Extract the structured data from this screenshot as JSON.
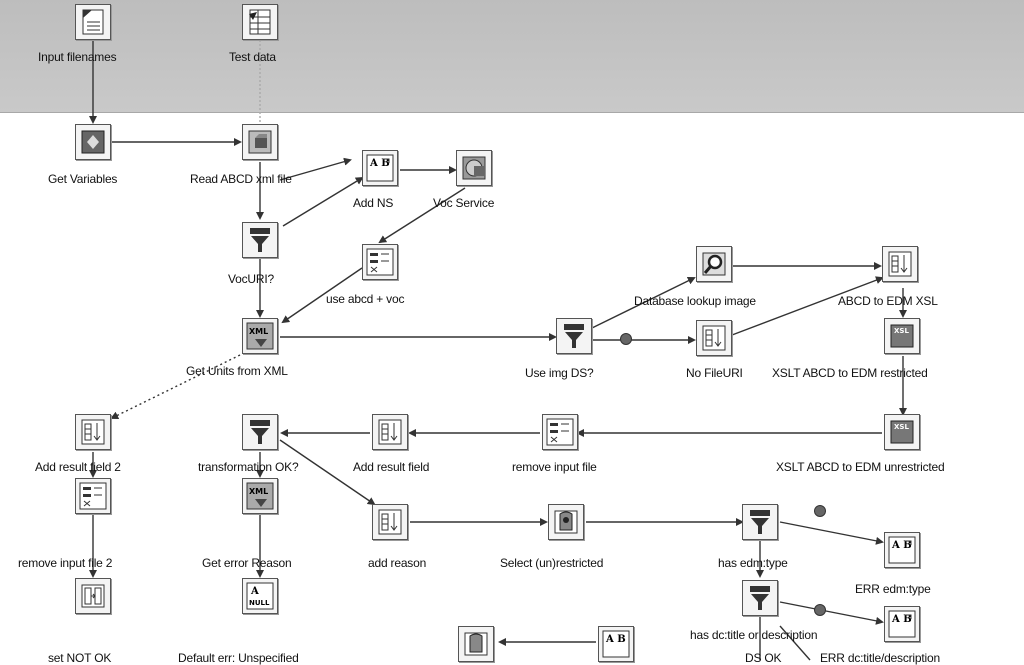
{
  "steps": {
    "input_filenames": "Input filenames",
    "test_data": "Test data",
    "get_variables": "Get Variables",
    "read_abcd": "Read ABCD xml file",
    "add_ns": "Add NS",
    "voc_service": "Voc Service",
    "voc_uri": "VocURI?",
    "use_abcd_voc": "use abcd + voc",
    "get_units": "Get Units from XML",
    "db_lookup": "Database lookup image",
    "abcd_to_edm": "ABCD to EDM XSL",
    "use_img_ds": "Use img DS?",
    "no_file_uri": "No FileURI",
    "xslt_restricted": "XSLT ABCD to EDM restricted",
    "add_result_field_2": "Add result field 2",
    "transformation_ok": "transformation OK?",
    "add_result_field": "Add result field",
    "remove_input_file": "remove input file",
    "xslt_unrestricted": "XSLT ABCD to EDM unrestricted",
    "remove_input_file_2": "remove input file 2",
    "get_error_reason": "Get error Reason",
    "add_reason": "add reason",
    "select_unrestricted": "Select (un)restricted",
    "has_edm_type": "has edm:type",
    "err_edm_type": "ERR edm:type",
    "has_dc_title": "has dc:title or description",
    "set_not_ok": "set NOT OK",
    "default_err": "Default err: Unspecified",
    "err_dc_title": "ERR dc:title/description",
    "ds_ok": "DS OK"
  },
  "icons": {
    "input_filenames": "text-file-input-icon",
    "test_data": "data-grid-icon",
    "get_variables": "get-variables-icon",
    "read_abcd": "xml-input-icon",
    "add_ns": "replace-string-icon",
    "voc_service": "web-service-icon",
    "voc_uri": "filter-funnel-icon",
    "use_abcd_voc": "select-values-icon",
    "get_units": "get-xml-data-icon",
    "db_lookup": "lookup-magnifier-icon",
    "abcd_to_edm": "add-constants-icon",
    "use_img_ds": "filter-funnel-icon",
    "no_file_uri": "add-constants-icon",
    "xslt_restricted": "xsl-transformation-icon",
    "add_result_field_2": "add-constants-icon",
    "transformation_ok": "filter-funnel-icon",
    "add_result_field": "add-constants-icon",
    "remove_input_file": "select-values-icon",
    "xslt_unrestricted": "xsl-transformation-icon",
    "remove_input_file_2": "select-values-icon",
    "get_error_reason": "get-xml-data-icon",
    "add_reason": "add-constants-icon",
    "select_unrestricted": "javascript-icon",
    "has_edm_type": "filter-funnel-icon",
    "err_edm_type": "replace-string-icon",
    "has_dc_title": "filter-funnel-icon",
    "set_not_ok": "set-field-value-icon",
    "default_err": "if-null-icon",
    "err_dc_title": "replace-string-icon",
    "ds_ok": "javascript-icon",
    "unnamed_replace": "replace-string-icon"
  },
  "icon_text": {
    "replace_ab": "A B",
    "null_a": "A",
    "null_text": "NULL",
    "xml": "XML",
    "xsl": "XSL"
  },
  "colors": {
    "band": "#c2c2c2",
    "edge": "#444444",
    "error_hop": "#666666"
  }
}
